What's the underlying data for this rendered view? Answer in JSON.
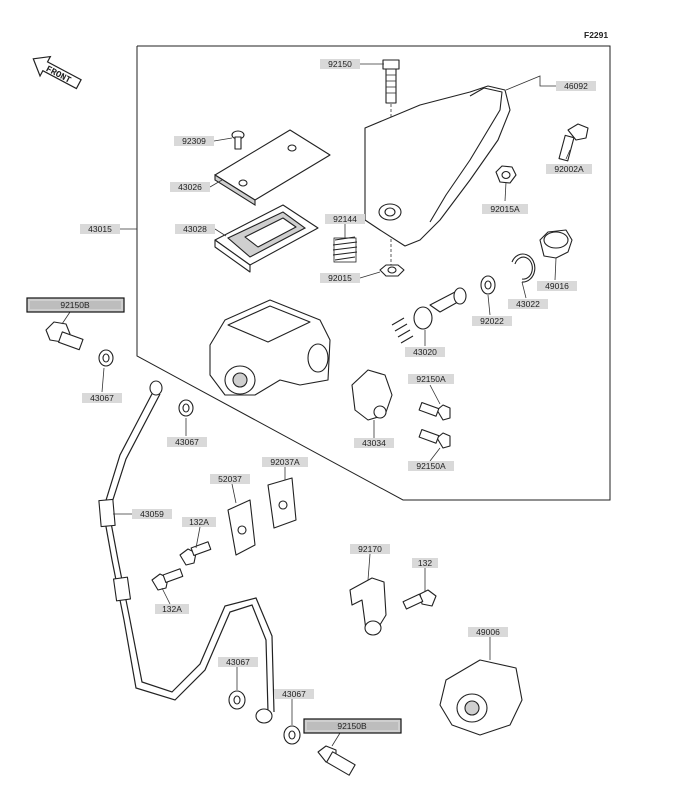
{
  "figure_code": "F2291",
  "front_label": "FRONT",
  "parts": [
    {
      "id": "p92150",
      "number": "92150"
    },
    {
      "id": "p46092",
      "number": "46092"
    },
    {
      "id": "p92309",
      "number": "92309"
    },
    {
      "id": "p43026",
      "number": "43026"
    },
    {
      "id": "p43015",
      "number": "43015"
    },
    {
      "id": "p43028",
      "number": "43028"
    },
    {
      "id": "p92144",
      "number": "92144"
    },
    {
      "id": "p92002A",
      "number": "92002A"
    },
    {
      "id": "p92015A",
      "number": "92015A"
    },
    {
      "id": "p92015",
      "number": "92015"
    },
    {
      "id": "p49016",
      "number": "49016"
    },
    {
      "id": "p43022",
      "number": "43022"
    },
    {
      "id": "p92022",
      "number": "92022"
    },
    {
      "id": "p43020",
      "number": "43020"
    },
    {
      "id": "p92150B_top",
      "number": "92150B"
    },
    {
      "id": "p43067_a",
      "number": "43067"
    },
    {
      "id": "p43067_b",
      "number": "43067"
    },
    {
      "id": "p92150A_a",
      "number": "92150A"
    },
    {
      "id": "p43034",
      "number": "43034"
    },
    {
      "id": "p92150A_b",
      "number": "92150A"
    },
    {
      "id": "p52037",
      "number": "52037"
    },
    {
      "id": "p92037A",
      "number": "92037A"
    },
    {
      "id": "p43059",
      "number": "43059"
    },
    {
      "id": "p132A_a",
      "number": "132A"
    },
    {
      "id": "p132A_b",
      "number": "132A"
    },
    {
      "id": "p92170",
      "number": "92170"
    },
    {
      "id": "p132",
      "number": "132"
    },
    {
      "id": "p49006",
      "number": "49006"
    },
    {
      "id": "p43067_c",
      "number": "43067"
    },
    {
      "id": "p43067_d",
      "number": "43067"
    },
    {
      "id": "p92150B_bot",
      "number": "92150B"
    }
  ]
}
